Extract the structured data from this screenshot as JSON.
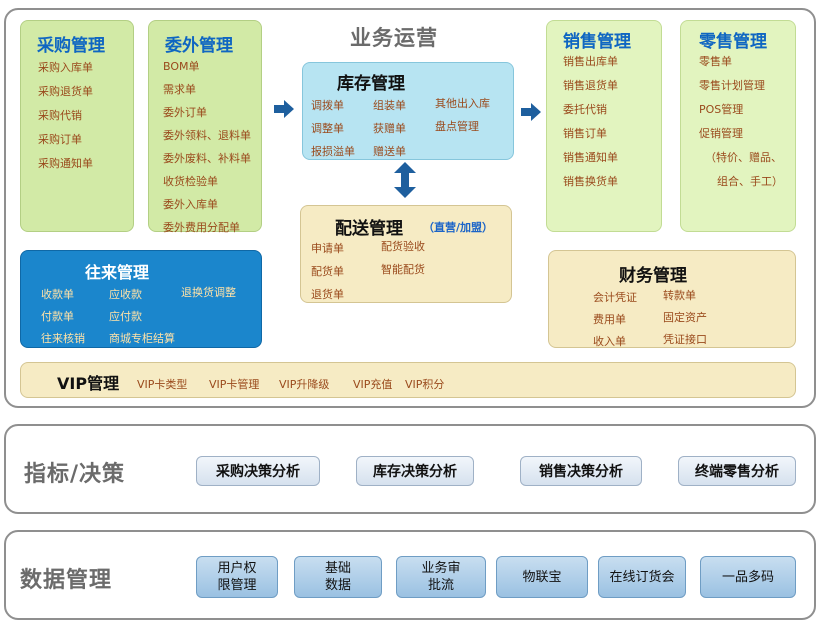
{
  "ops": {
    "title": "业务运营",
    "purchase": {
      "title": "采购管理",
      "items": [
        "采购入库单",
        "采购退货单",
        "采购代销",
        "采购订单",
        "采购通知单"
      ]
    },
    "outsource": {
      "title": "委外管理",
      "items": [
        "BOM单",
        "需求单",
        "委外订单",
        "委外领料、退料单",
        "委外废料、补料单",
        "收货检验单",
        "委外入库单",
        "委外费用分配单"
      ]
    },
    "inventory": {
      "title": "库存管理",
      "items": [
        "调拨单",
        "组装单",
        "其他出入库",
        "调整单",
        "获赠单",
        "盘点管理",
        "报损溢单",
        "赠送单"
      ]
    },
    "delivery": {
      "title": "配送管理",
      "subtitle": "（直营/加盟）",
      "items": [
        "申请单",
        "配货验收",
        "配货单",
        "智能配货",
        "退货单"
      ]
    },
    "sales": {
      "title": "销售管理",
      "items": [
        "销售出库单",
        "销售退货单",
        "委托代销",
        "销售订单",
        "销售通知单",
        "销售换货单"
      ]
    },
    "retail": {
      "title": "零售管理",
      "items": [
        "零售单",
        "零售计划管理",
        "POS管理",
        "促销管理",
        "（特价、赠品、",
        "组合、手工）"
      ]
    },
    "accounts": {
      "title": "往来管理",
      "items": [
        "收款单",
        "应收款",
        "退换货调整",
        "付款单",
        "应付款",
        "往来核销",
        "商城专柜结算"
      ]
    },
    "finance": {
      "title": "财务管理",
      "items": [
        "会计凭证",
        "转款单",
        "费用单",
        "固定资产",
        "收入单",
        "凭证接口"
      ]
    },
    "vip": {
      "title": "VIP管理",
      "items": [
        "VIP卡类型",
        "VIP卡管理",
        "VIP升降级",
        "VIP充值",
        "VIP积分"
      ]
    }
  },
  "decision": {
    "title": "指标/决策",
    "buttons": [
      "采购决策分析",
      "库存决策分析",
      "销售决策分析",
      "终端零售分析"
    ]
  },
  "data_mgmt": {
    "title": "数据管理",
    "buttons": [
      "用户权\n限管理",
      "基础\n数据",
      "业务审\n批流",
      "物联宝",
      "在线订货会",
      "一品多码"
    ]
  }
}
